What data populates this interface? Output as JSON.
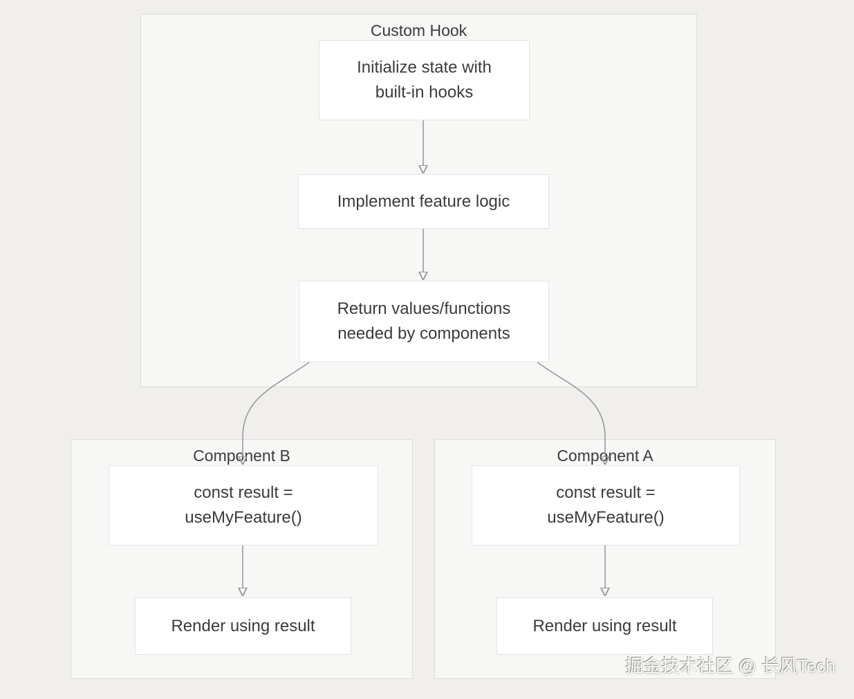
{
  "hook": {
    "title": "Custom Hook",
    "init_line1": "Initialize state with",
    "init_line2": "built-in hooks",
    "logic_label": "Implement feature logic",
    "return_line1": "Return values/functions",
    "return_line2": "needed by components"
  },
  "component_b": {
    "title": "Component B",
    "call_line1": "const result =",
    "call_line2": "useMyFeature()",
    "render_label": "Render using result"
  },
  "component_a": {
    "title": "Component A",
    "call_line1": "const result =",
    "call_line2": "useMyFeature()",
    "render_label": "Render using result"
  },
  "watermark": {
    "text": "掘金技术社区 @ 长风Tech"
  },
  "colors": {
    "page_background": "#f0efed",
    "container_fill": "#f7f7f6",
    "container_border": "#dcdcda",
    "node_fill": "#ffffff",
    "node_border": "#e3e3e1",
    "text": "#3b3b3b",
    "arrow_line": "#999999",
    "arrow_head": "#8c8c8c"
  }
}
